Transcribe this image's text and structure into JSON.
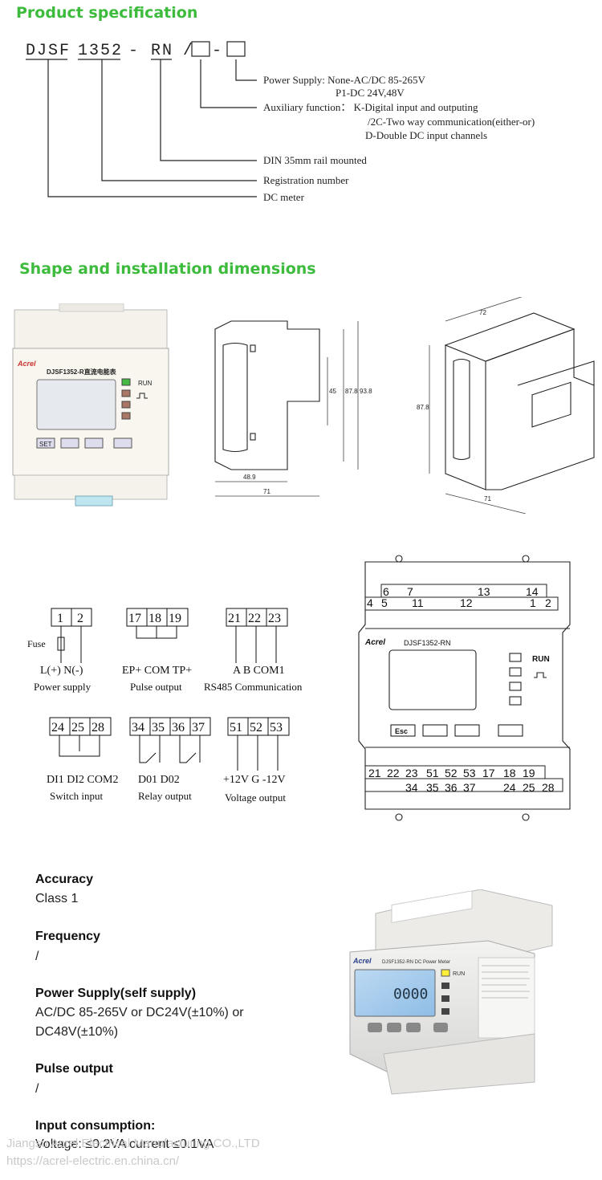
{
  "sections": {
    "product_spec_title": "Product specification",
    "shape_title": "Shape and installation dimensions"
  },
  "model_code": {
    "parts": [
      "DJSF",
      "1352",
      "-",
      "RN",
      "/",
      "-"
    ],
    "power_supply_line1": "Power Supply: None-AC/DC 85-265V",
    "power_supply_line2": "P1-DC 24V,48V",
    "aux_line1": "Auxiliary function： K-Digital input and outputing",
    "aux_line2": "/2C-Two way communication(either-or)",
    "aux_line3": "D-Double DC input channels",
    "din_rail": "DIN 35mm rail mounted",
    "registration": "Registration number",
    "dc_meter": "DC meter"
  },
  "dimensions": {
    "front_brand": "Acrel",
    "front_model": "DJSF1352-R直流电能表",
    "front_run": "RUN",
    "front_set": "SET",
    "side_w1": "48.9",
    "side_w2": "71",
    "side_h1": "45",
    "side_h2": "87.8",
    "side_h3": "93.8",
    "iso_top": "72",
    "iso_h": "87.8",
    "iso_w": "71"
  },
  "wiring": {
    "power": {
      "terminals": [
        "1",
        "2"
      ],
      "fuse": "Fuse",
      "labels": "L(+) N(-)",
      "caption": "Power supply"
    },
    "pulse": {
      "terminals": [
        "17",
        "18",
        "19"
      ],
      "labels": "EP+ COM TP+",
      "caption": "Pulse output"
    },
    "rs485": {
      "terminals": [
        "21",
        "22",
        "23"
      ],
      "labels": "A   B  COM1",
      "caption": "RS485 Communication"
    },
    "switch": {
      "terminals": [
        "24",
        "25",
        "28"
      ],
      "labels": "DI1 DI2 COM2",
      "caption": "Switch input"
    },
    "relay": {
      "terminals": [
        "34",
        "35",
        "36",
        "37"
      ],
      "labels": "D01    D02",
      "caption": "Relay output"
    },
    "voltage": {
      "terminals": [
        "51",
        "52",
        "53"
      ],
      "labels": "+12V G -12V",
      "caption": "Voltage output"
    }
  },
  "meter_front": {
    "top_row": [
      "6",
      "7",
      "",
      "",
      "13",
      "",
      "14",
      ""
    ],
    "second_row": [
      "4",
      "5",
      "11",
      "",
      "",
      "12",
      "",
      "",
      "1",
      "2"
    ],
    "brand": "Acrel",
    "model": "DJSF1352-RN",
    "run": "RUN",
    "esc": "Esc",
    "bottom_row1": [
      "21",
      "22",
      "23",
      "51",
      "52",
      "53",
      "17",
      "18",
      "19"
    ],
    "bottom_row2": [
      "34",
      "35",
      "36",
      "37",
      "24",
      "25",
      "28"
    ]
  },
  "photo": {
    "brand": "Acrel",
    "model": "DJSF1352-RN DC Power Meter",
    "run": "RUN",
    "lcd": "0000"
  },
  "specs": [
    {
      "title": "Accuracy",
      "value": "Class 1"
    },
    {
      "title": "Frequency",
      "value": "/"
    },
    {
      "title": "Power Supply(self supply)",
      "value": "AC/DC 85-265V or DC24V(±10%) or",
      "value2": "DC48V(±10%)"
    },
    {
      "title": "Pulse output",
      "value": "/"
    },
    {
      "title": "Input consumption:",
      "value": "Voltage: ≤0.2VA current ≤0.1VA"
    }
  ],
  "watermark": {
    "line1": "Jiangsu Acrel Electrical Manufacturing CO.,LTD",
    "line2": "https://acrel-electric.en.china.cn/"
  }
}
